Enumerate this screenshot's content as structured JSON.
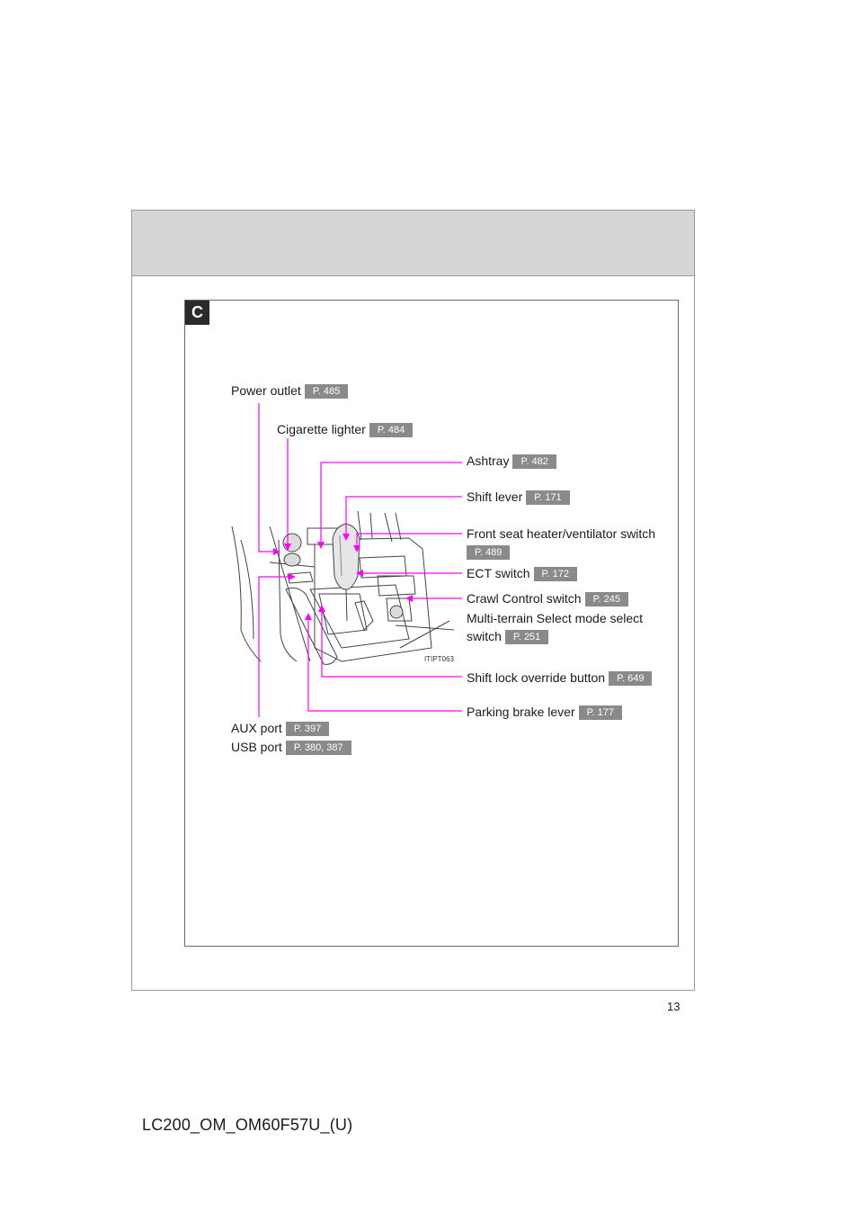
{
  "section": {
    "letter": "C"
  },
  "callouts": {
    "power_outlet": {
      "label": "Power outlet",
      "page": "P. 485"
    },
    "cigarette_lighter": {
      "label": "Cigarette lighter",
      "page": "P. 484"
    },
    "ashtray": {
      "label": "Ashtray",
      "page": "P. 482"
    },
    "shift_lever": {
      "label": "Shift lever",
      "page": "P. 171"
    },
    "front_seat_heater": {
      "label": "Front seat heater/ventilator switch",
      "page": "P. 489"
    },
    "ect_switch": {
      "label": "ECT switch",
      "page": "P. 172"
    },
    "crawl_control": {
      "label": "Crawl Control switch",
      "page": "P. 245"
    },
    "multi_terrain": {
      "label_line1": "Multi-terrain Select mode select",
      "label_line2": "switch",
      "page": "P. 251"
    },
    "shift_lock": {
      "label": "Shift lock override button",
      "page": "P. 649"
    },
    "parking_brake": {
      "label": "Parking brake lever",
      "page": "P. 177"
    },
    "aux_port": {
      "label": "AUX port",
      "page": "P. 397"
    },
    "usb_port": {
      "label": "USB port",
      "page": "P. 380, 387"
    }
  },
  "illustration": {
    "code": "ITIPT063"
  },
  "page_number": "13",
  "footer": "LC200_OM_OM60F57U_(U)",
  "colors": {
    "leader": "#ff00ff",
    "badge": "#8a8a8a",
    "header": "#d6d6d6"
  }
}
